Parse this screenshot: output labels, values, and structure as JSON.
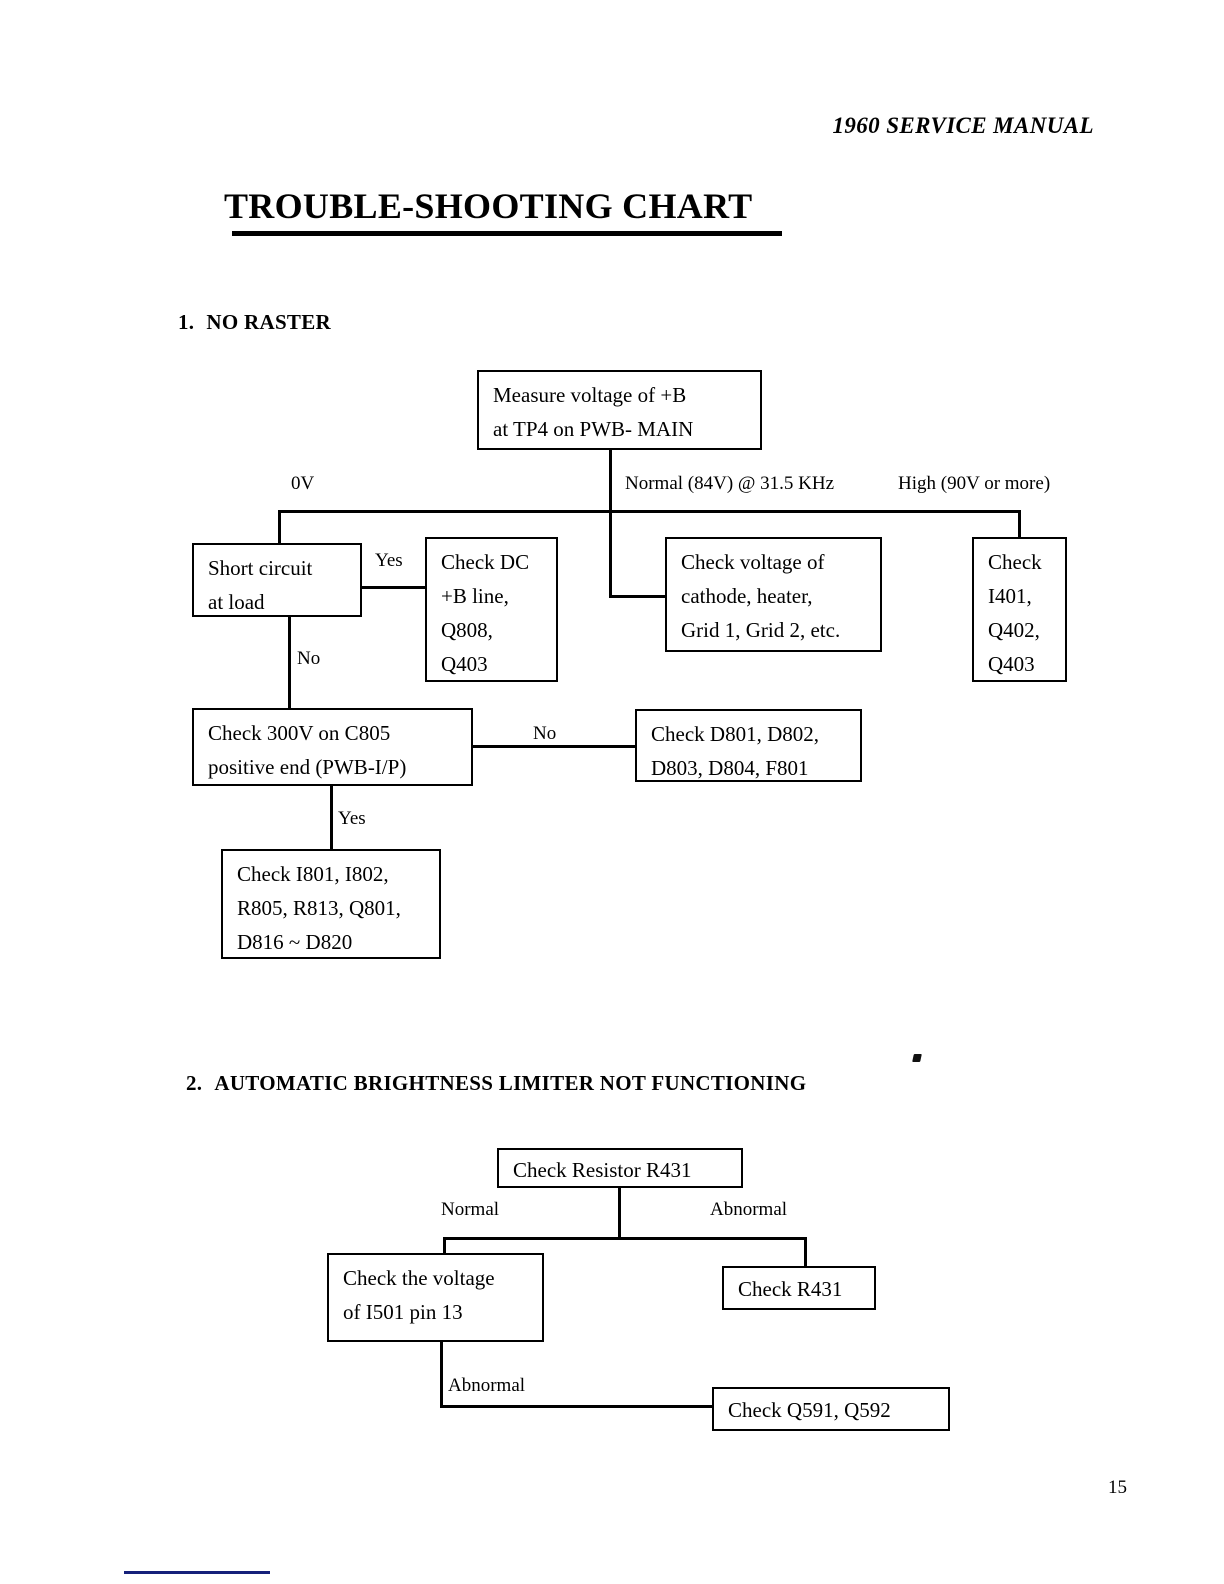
{
  "header": {
    "manual_title": "1960 SERVICE MANUAL",
    "chart_title": "TROUBLE-SHOOTING CHART"
  },
  "page": {
    "number": "15"
  },
  "sections": [
    {
      "number": "1.",
      "title": "NO RASTER",
      "nodes": {
        "start": {
          "line1": "Measure voltage of +B",
          "line2": "at TP4 on PWB- MAIN"
        },
        "short_circuit": {
          "line1": "Short circuit",
          "line2": "at load"
        },
        "check_dc": {
          "line1": "Check DC",
          "line2": "+B line,",
          "line3": "Q808,",
          "line4": "Q403"
        },
        "check_cathode": {
          "line1": "Check voltage of",
          "line2": "cathode, heater,",
          "line3": "Grid 1, Grid 2, etc."
        },
        "check_i401": {
          "line1": "Check",
          "line2": "I401,",
          "line3": "Q402,",
          "line4": "Q403"
        },
        "check_300v": {
          "line1": "Check 300V on C805",
          "line2": "positive end (PWB-I/P)"
        },
        "check_diodes": {
          "line1": "Check D801, D802,",
          "line2": "D803, D804, F801"
        },
        "check_i801": {
          "line1": "Check I801, I802,",
          "line2": "R805, R813, Q801,",
          "line3": "D816 ~ D820"
        }
      },
      "edges": {
        "zero_volt": "0V",
        "normal": "Normal (84V) @ 31.5 KHz",
        "high": "High (90V or more)",
        "yes_short": "Yes",
        "no_short": "No",
        "no_300v": "No",
        "yes_300v": "Yes"
      }
    },
    {
      "number": "2.",
      "title": "AUTOMATIC BRIGHTNESS LIMITER NOT FUNCTIONING",
      "nodes": {
        "start": {
          "line1": "Check Resistor R431"
        },
        "check_voltage": {
          "line1": "Check the voltage",
          "line2": "of I501 pin 13"
        },
        "check_r431": {
          "line1": "Check R431"
        },
        "check_q591": {
          "line1": "Check Q591, Q592"
        }
      },
      "edges": {
        "normal": "Normal",
        "abnormal": "Abnormal",
        "abnormal2": "Abnormal"
      }
    }
  ]
}
